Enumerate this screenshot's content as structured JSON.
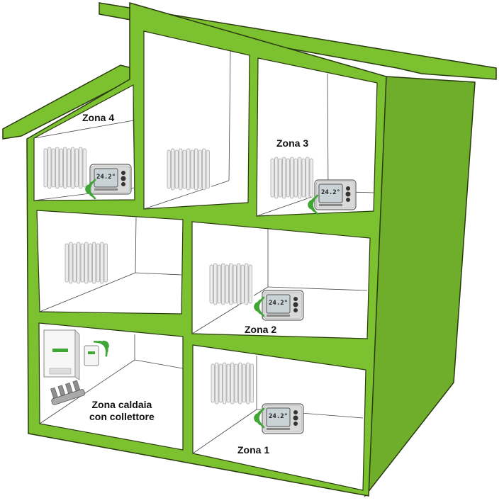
{
  "colors": {
    "house_green": "#7CC12F",
    "house_green_dark": "#5E9A1E",
    "house_outline": "#2A3A10",
    "signal_green": "#3FA535",
    "radiator": "#E8E8E8",
    "thermostat_body": "#D9D9D9",
    "lcd": "#C9D2D6"
  },
  "zones": {
    "zona4": "Zona 4",
    "zona3": "Zona 3",
    "zona2": "Zona 2",
    "zona1": "Zona 1",
    "caldaia_line1": "Zona caldaia",
    "caldaia_line2": "con collettore"
  },
  "thermostat": {
    "reading": "24.2°"
  },
  "icons": {
    "radiator": "radiator-icon",
    "thermostat": "thermostat-icon",
    "wireless": "wireless-signal-icon",
    "boiler": "boiler-icon",
    "receiver": "receiver-icon",
    "manifold": "manifold-icon"
  }
}
